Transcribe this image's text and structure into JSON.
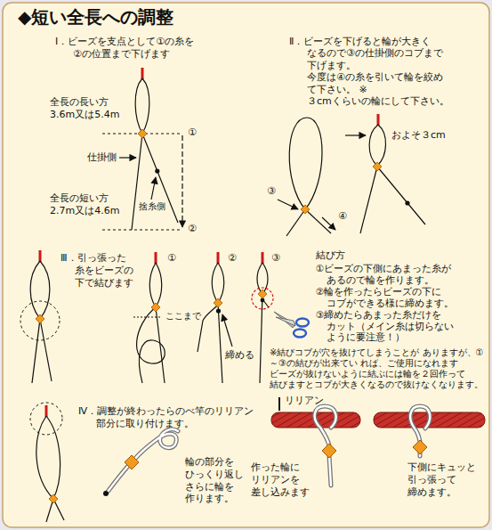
{
  "diagram": {
    "title": "◆短い全長への調整",
    "labels": [
      "Ⅰ．ビーズを支点として①の糸を ②の位置まで下げます",
      "全長の長い方 3.6m又は5.4m",
      "①",
      "仕掛側",
      "捨糸側",
      "②",
      "全長の短い方 2.7m又は4.6m",
      "Ⅱ．ビーズを下げると輪が大きく なるので③の仕掛側のコブまで 下げます。 今度は④の糸を引いて輪を絞め て下さい。 ※３cmくらいの輪にして下さい。",
      "およそ３cm",
      "③",
      "④",
      "Ⅲ．引っ張った 糸をビーズの 下で結びます",
      "①",
      "②",
      "③",
      "ここまで",
      "締める",
      "結び方",
      "①ビーズの下側にあまった糸が あるので輪を作ります。",
      "②輪を作ったらビーズの下に コブができる様に締めます。",
      "③締めたらあまった糸だけを カット（メイン糸は切らない ように要注意！）",
      "※結びコブが穴を抜けてしまうことが ありますが、①～③の結びが出来てい れば、ご使用になれます ビーズが抜けないように結ぶには輪を２回作って 結びますとコブが大きくなるので抜けなくなります。",
      "Ⅳ．調整が終わったらのべ竿のリリアン 部分に取り付けます。",
      "輪の部分を ひっくり返し さらに輪を 作ります。",
      "作った輪に リリアンを 差し込みます",
      "リリアン",
      "下側にキュッと 引っ張って 締めます。"
    ]
  }
}
